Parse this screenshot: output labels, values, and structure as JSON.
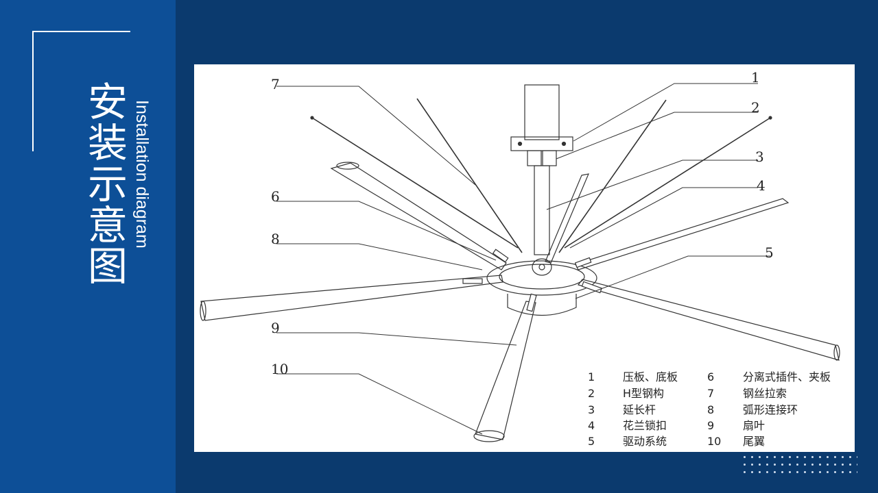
{
  "title": {
    "cn": "安装示意图",
    "en": "Installation diagram"
  },
  "callouts": [
    "1",
    "2",
    "3",
    "4",
    "5",
    "6",
    "7",
    "8",
    "9",
    "10"
  ],
  "legend": [
    {
      "num": "1",
      "label": "压板、底板"
    },
    {
      "num": "2",
      "label": "H型钢构"
    },
    {
      "num": "3",
      "label": "延长杆"
    },
    {
      "num": "4",
      "label": "花兰锁扣"
    },
    {
      "num": "5",
      "label": "驱动系统"
    },
    {
      "num": "6",
      "label": "分离式插件、夹板"
    },
    {
      "num": "7",
      "label": "钢丝拉索"
    },
    {
      "num": "8",
      "label": "弧形连接环"
    },
    {
      "num": "9",
      "label": "扇叶"
    },
    {
      "num": "10",
      "label": "尾翼"
    }
  ],
  "colors": {
    "left_panel": "#0d4f97",
    "background": "#0b3a6e",
    "line": "#333333"
  }
}
